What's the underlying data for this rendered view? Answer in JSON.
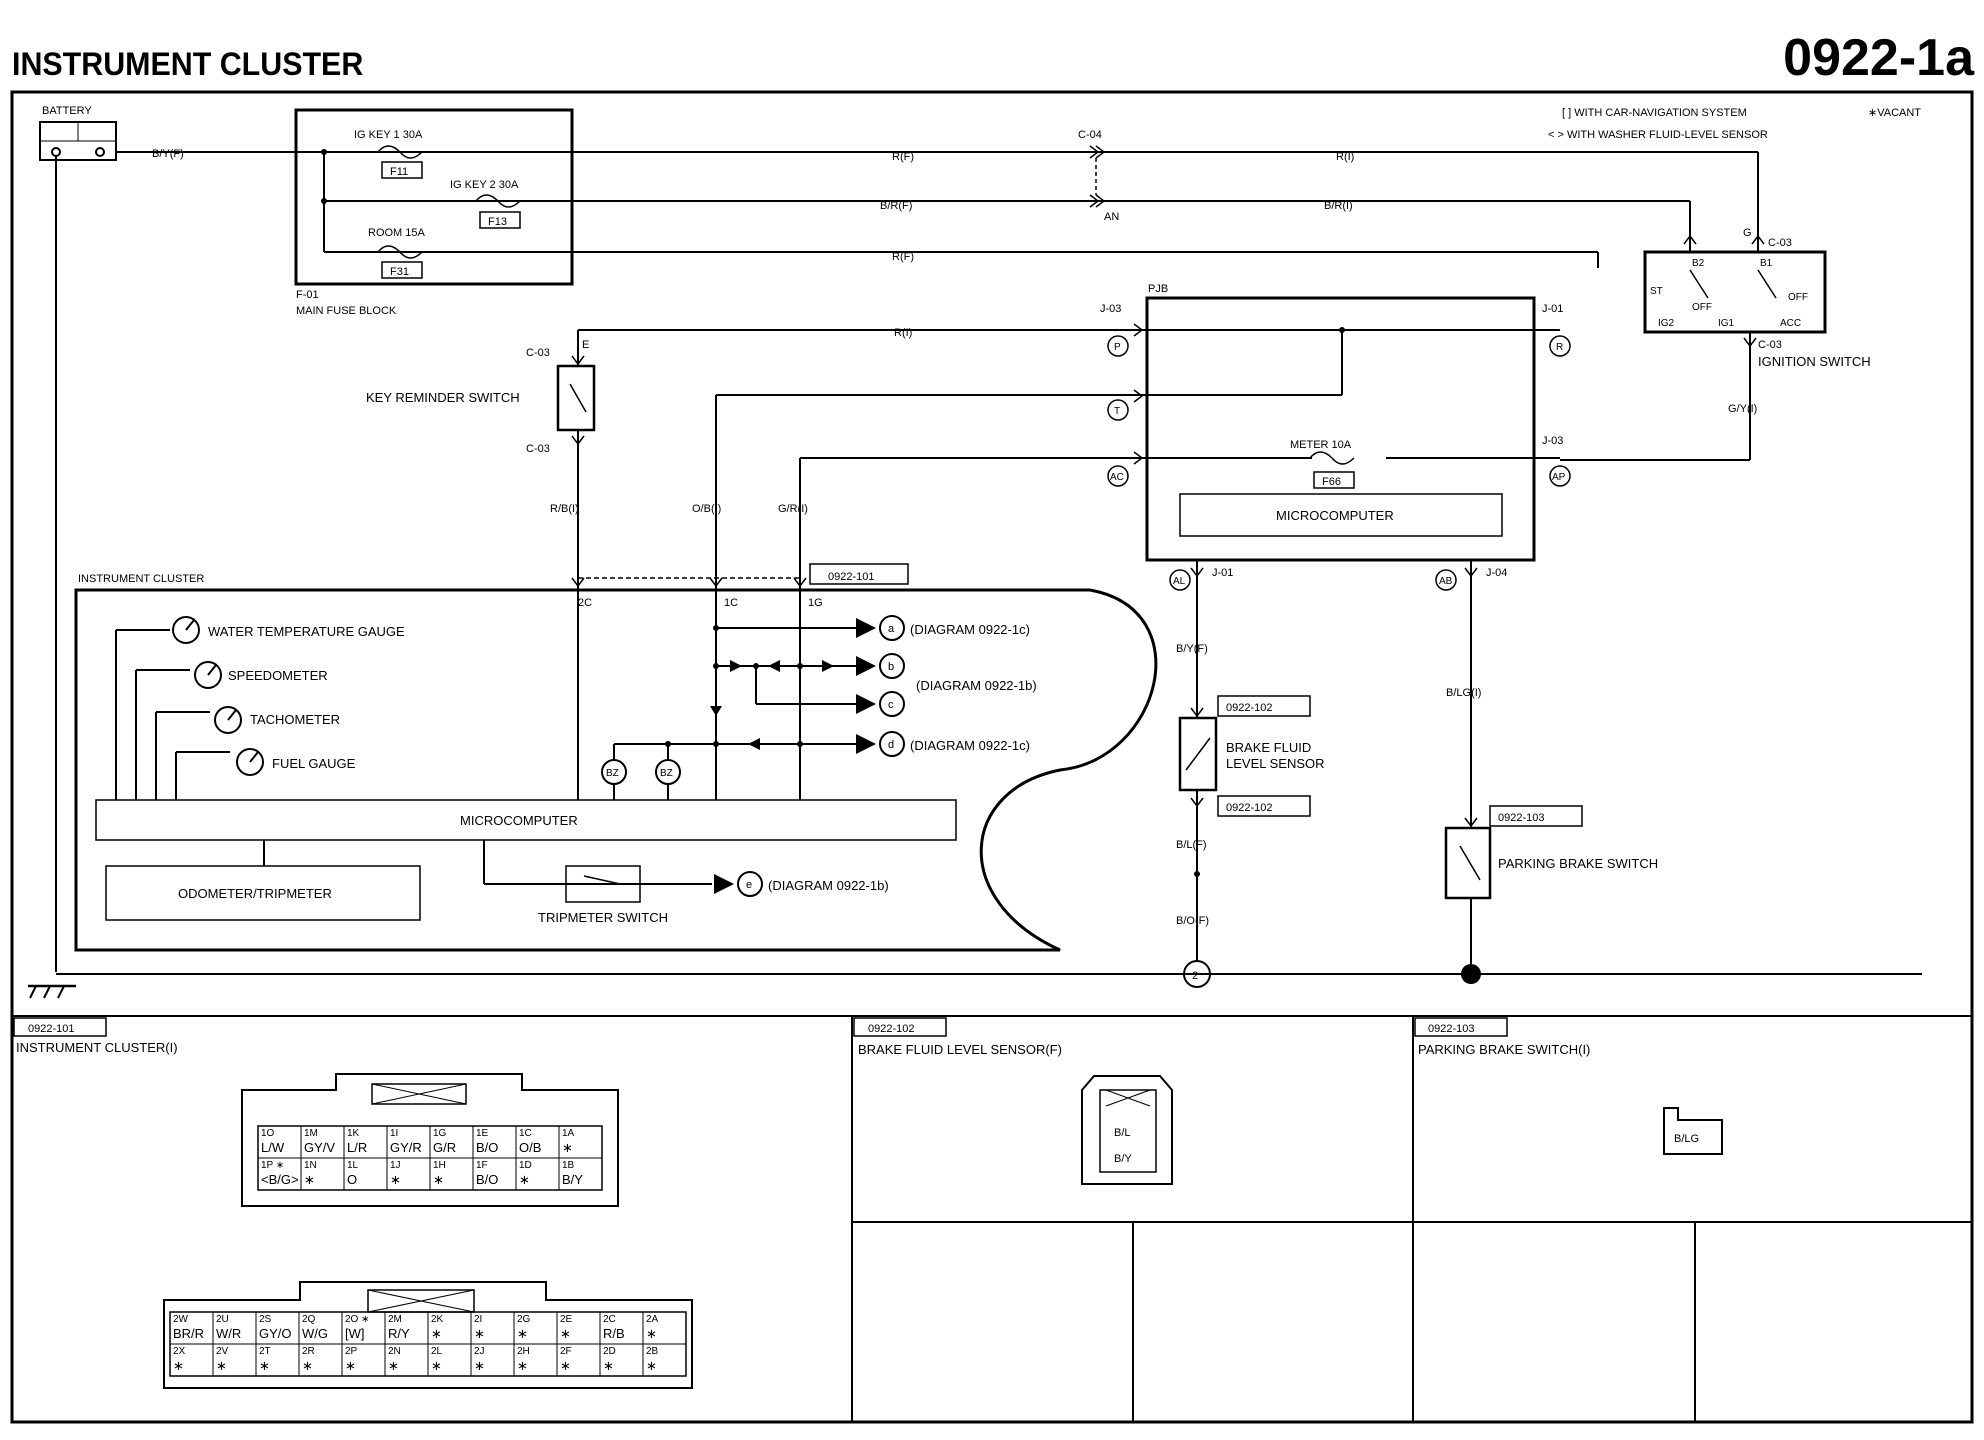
{
  "header": {
    "title": "INSTRUMENT CLUSTER",
    "code": "0922-1a"
  },
  "legend": {
    "nav": "[ ] WITH CAR-NAVIGATION SYSTEM",
    "washer": "< > WITH  WASHER FLUID-LEVEL SENSOR",
    "vacant": "∗VACANT"
  },
  "battery": {
    "label": "BATTERY",
    "wire": "B/Y(F)"
  },
  "fuse_block": {
    "fuses": [
      {
        "name": "IG KEY 1 30A",
        "code": "F11",
        "wire": "R(F)"
      },
      {
        "name": "IG KEY 2 30A",
        "code": "F13",
        "wire": "B/R(F)"
      },
      {
        "name": "ROOM 15A",
        "code": "F31",
        "wire": "R(F)"
      }
    ],
    "id": "F-01",
    "name": "MAIN FUSE BLOCK"
  },
  "joint": {
    "c04": "C-04",
    "an": "AN",
    "wire_r": "R(I)",
    "wire_br": "B/R(I)"
  },
  "ignition_switch": {
    "name": "IGNITION SWITCH",
    "c03_top": "C-03",
    "c03_bottom": "C-03",
    "pin_g": "G",
    "b2": "B2",
    "b1": "B1",
    "st": "ST",
    "ig2": "IG2",
    "ig1": "IG1",
    "acc": "ACC",
    "off_left": "OFF",
    "off_right": "OFF",
    "wire_out": "G/Y(I)"
  },
  "key_reminder": {
    "name": "KEY REMINDER SWITCH",
    "c03_top": "C-03",
    "pin_e": "E",
    "c03_bottom": "C-03",
    "wire_in": "R(I)",
    "wire_out": "R/B(I)"
  },
  "pjb": {
    "name": "PJB",
    "j03_left": "J-03",
    "j01_right": "J-01",
    "j03_right": "J-03",
    "pin_p": "P",
    "pin_t": "T",
    "pin_ac": "AC",
    "pin_r": "R",
    "pin_ap": "AP",
    "pin_al": "AL",
    "pin_ab": "AB",
    "j01_bottom": "J-01",
    "j04_bottom": "J-04",
    "fuse_name": "METER 10A",
    "fuse_code": "F66",
    "micro": "MICROCOMPUTER"
  },
  "wires": {
    "ob": "O/B(I)",
    "gr": "G/R(I)",
    "byf": "B/Y(F)",
    "blf": "B/L(F)",
    "bof": "B/O(F)",
    "blg": "B/LG(I)"
  },
  "cluster": {
    "name": "INSTRUMENT CLUSTER",
    "connector": "0922-101",
    "pin_2c": "2C",
    "pin_1c": "1C",
    "pin_1g": "1G",
    "gauges": [
      "WATER TEMPERATURE GAUGE",
      "SPEEDOMETER",
      "TACHOMETER",
      "FUEL GAUGE"
    ],
    "micro": "MICROCOMPUTER",
    "odometer": "ODOMETER/TRIPMETER",
    "tripmeter_switch": "TRIPMETER SWITCH",
    "bz": "BZ",
    "refs": [
      {
        "id": "a",
        "text": "(DIAGRAM  0922-1c)"
      },
      {
        "id": "b",
        "text": ""
      },
      {
        "id": "c",
        "text": ""
      },
      {
        "id": "d",
        "text": "(DIAGRAM   0922-1c)"
      },
      {
        "id": "e",
        "text": "(DIAGRAM 0922-1b)"
      }
    ],
    "bc_text": "(DIAGRAM  0922-1b)"
  },
  "brake_fluid": {
    "conn_top": "0922-102",
    "conn_bottom": "0922-102",
    "name1": "BRAKE FLUID",
    "name2": "LEVEL SENSOR"
  },
  "parking_brake": {
    "conn": "0922-103",
    "name": "PARKING BRAKE SWITCH"
  },
  "ground_ref": "2",
  "connectors": {
    "c101": {
      "code": "0922-101",
      "title": "INSTRUMENT CLUSTER(I)",
      "row1": [
        {
          "pin": "1O",
          "wire": "L/W"
        },
        {
          "pin": "1M",
          "wire": "GY/V"
        },
        {
          "pin": "1K",
          "wire": "L/R"
        },
        {
          "pin": "1I",
          "wire": "GY/R"
        },
        {
          "pin": "1G",
          "wire": "G/R"
        },
        {
          "pin": "1E",
          "wire": "B/O"
        },
        {
          "pin": "1C",
          "wire": "O/B"
        },
        {
          "pin": "1A",
          "wire": "∗"
        }
      ],
      "row2": [
        {
          "pin": "1P ∗",
          "wire": "<B/G>"
        },
        {
          "pin": "1N",
          "wire": "∗"
        },
        {
          "pin": "1L",
          "wire": "O"
        },
        {
          "pin": "1J",
          "wire": "∗"
        },
        {
          "pin": "1H",
          "wire": "∗"
        },
        {
          "pin": "1F",
          "wire": "B/O"
        },
        {
          "pin": "1D",
          "wire": "∗"
        },
        {
          "pin": "1B",
          "wire": "B/Y"
        }
      ],
      "row3": [
        {
          "pin": "2W",
          "wire": "BR/R"
        },
        {
          "pin": "2U",
          "wire": "W/R"
        },
        {
          "pin": "2S",
          "wire": "GY/O"
        },
        {
          "pin": "2Q",
          "wire": "W/G"
        },
        {
          "pin": "2O ∗",
          "wire": "[W]"
        },
        {
          "pin": "2M",
          "wire": "R/Y"
        },
        {
          "pin": "2K",
          "wire": "∗"
        },
        {
          "pin": "2I",
          "wire": "∗"
        },
        {
          "pin": "2G",
          "wire": "∗"
        },
        {
          "pin": "2E",
          "wire": "∗"
        },
        {
          "pin": "2C",
          "wire": "R/B"
        },
        {
          "pin": "2A",
          "wire": "∗"
        }
      ],
      "row4": [
        {
          "pin": "2X",
          "wire": "∗"
        },
        {
          "pin": "2V",
          "wire": "∗"
        },
        {
          "pin": "2T",
          "wire": "∗"
        },
        {
          "pin": "2R",
          "wire": "∗"
        },
        {
          "pin": "2P",
          "wire": "∗"
        },
        {
          "pin": "2N",
          "wire": "∗"
        },
        {
          "pin": "2L",
          "wire": "∗"
        },
        {
          "pin": "2J",
          "wire": "∗"
        },
        {
          "pin": "2H",
          "wire": "∗"
        },
        {
          "pin": "2F",
          "wire": "∗"
        },
        {
          "pin": "2D",
          "wire": "∗"
        },
        {
          "pin": "2B",
          "wire": "∗"
        }
      ]
    },
    "c102": {
      "code": "0922-102",
      "title": "BRAKE FLUID LEVEL SENSOR(F)",
      "top": "B/L",
      "bottom": "B/Y"
    },
    "c103": {
      "code": "0922-103",
      "title": "PARKING BRAKE SWITCH(I)",
      "pin": "B/LG"
    }
  }
}
